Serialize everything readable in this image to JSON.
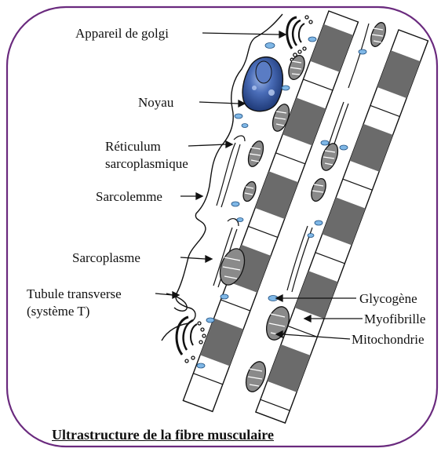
{
  "labels": {
    "golgi": "Appareil de golgi",
    "noyau": "Noyau",
    "reticulum_line1": "Réticulum",
    "reticulum_line2": "sarcoplasmique",
    "sarcolemme": "Sarcolemme",
    "sarcoplasme": "Sarcoplasme",
    "tubule_line1": "Tubule  transverse",
    "tubule_line2": "(système T)",
    "glycogene": "Glycogène",
    "myofibrille": "Myofibrille",
    "mitochondrie": "Mitochondrie"
  },
  "caption": "Ultrastructure de la fibre musculaire",
  "colors": {
    "frame": "#6a2a7e",
    "band_dark": "#6b6b6b",
    "band_light": "#ffffff",
    "nucleus": "#3a5aa0",
    "glycogen": "#7fb7e6",
    "mitochondria": "#8a8a8a",
    "stroke": "#111111"
  }
}
